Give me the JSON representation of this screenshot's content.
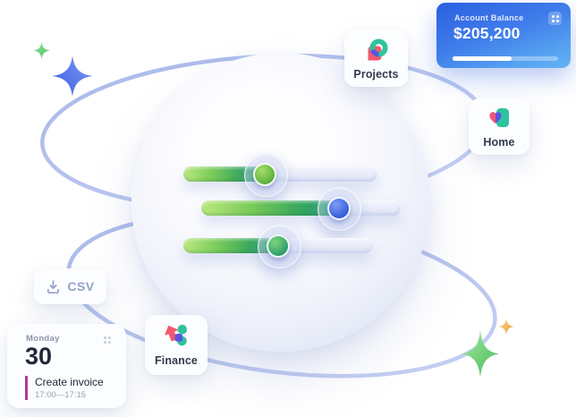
{
  "balance_card": {
    "label": "Account Balance",
    "amount": "$205,200",
    "progress_percent": 56,
    "menu_icon": "grid-dots-icon",
    "gradient": [
      "#2b5fe0",
      "#63b4f4"
    ]
  },
  "app_cards": {
    "projects": {
      "label": "Projects",
      "icon": "projects-chat-donut-icon"
    },
    "home": {
      "label": "Home",
      "icon": "home-heart-icon"
    },
    "finance": {
      "label": "Finance",
      "icon": "finance-shapes-icon"
    }
  },
  "csv_button": {
    "label": "CSV",
    "icon": "download-icon"
  },
  "calendar_card": {
    "day_name": "Monday",
    "day_number": "30",
    "menu_icon": "grid-dots-icon",
    "event": {
      "title": "Create invoice",
      "time": "17:00—17:15",
      "accent_color": "#b13a9e"
    }
  },
  "sliders": [
    {
      "fill_percent": 42,
      "knob_colors": [
        "#a8de6a",
        "#55ab38"
      ]
    },
    {
      "fill_percent": 69,
      "knob_colors": [
        "#7d9ef6",
        "#3056d8"
      ]
    },
    {
      "fill_percent": 50,
      "knob_colors": [
        "#7fd57a",
        "#249a6b"
      ]
    }
  ],
  "decorations": {
    "ring_color": "#b5c2ee",
    "slider_fill_gradient": [
      "#b9e97e",
      "#1d9a72"
    ],
    "icon_palette": {
      "teal": "#2fc39e",
      "red": "#f4586d",
      "indigo": "#5b54e0"
    },
    "stars": [
      {
        "name": "sparkle-green-small",
        "colors": [
          "#8ce08f",
          "#4fc46a"
        ]
      },
      {
        "name": "star-blue",
        "colors": [
          "#7e9af2",
          "#3b5de3"
        ]
      },
      {
        "name": "star-green-large",
        "colors": [
          "#a5e8a0",
          "#46bb58"
        ]
      },
      {
        "name": "sparkle-yellow",
        "colors": [
          "#f7d392",
          "#eb9f2e"
        ]
      }
    ]
  }
}
